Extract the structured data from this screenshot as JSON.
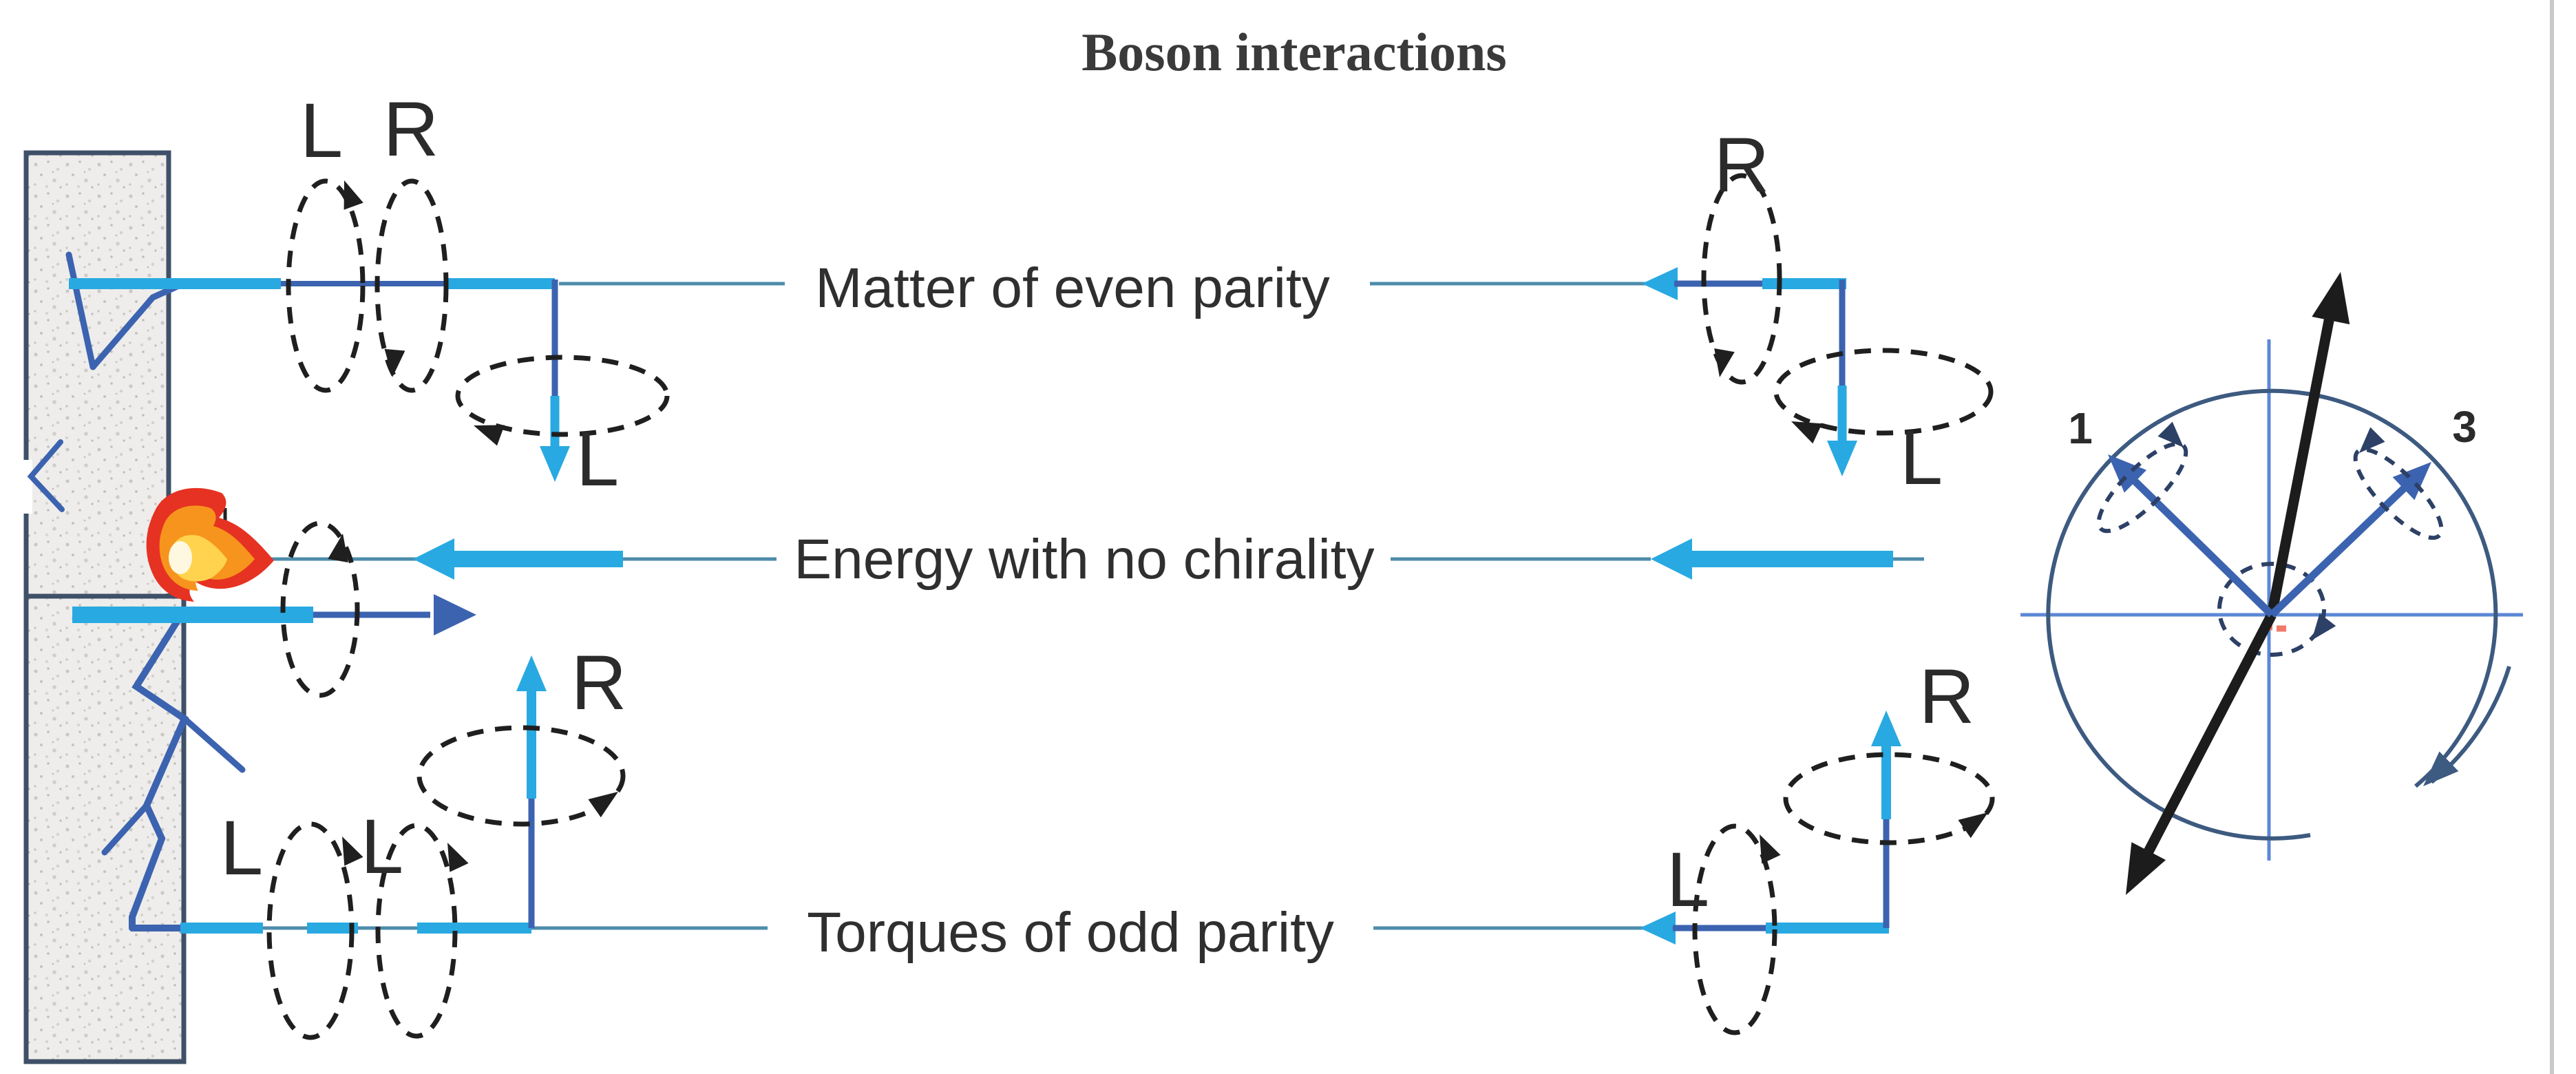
{
  "title": "Boson interactions",
  "rows": [
    {
      "label": "Matter of even parity"
    },
    {
      "label": "Energy with no chirality"
    },
    {
      "label": "Torques of odd parity"
    }
  ],
  "spin_labels": {
    "L": "L",
    "R": "R"
  },
  "markers": {
    "one": "1",
    "three": "3"
  },
  "icons": {
    "flame": "flame-icon"
  },
  "colors": {
    "thick_arrow_cyan": "#29a9e1",
    "shaft_dark_blue": "#3c63b0",
    "thin_line_teal": "#4d8cab",
    "loop_dash_black": "#1f1f1f",
    "wall_border": "#3f5068",
    "wall_fill": "#eeedeb",
    "flame_red": "#e63222",
    "flame_orange": "#f7941d",
    "flame_yellow": "#ffd34e",
    "circle_outline": "#3d5a80",
    "axis_blue": "#5b87d6",
    "circle_dash_blue": "#2d4066",
    "red_marker": "#f07a6a",
    "title_color": "#3a3a3a",
    "black_arrow": "#1c1c1c"
  }
}
